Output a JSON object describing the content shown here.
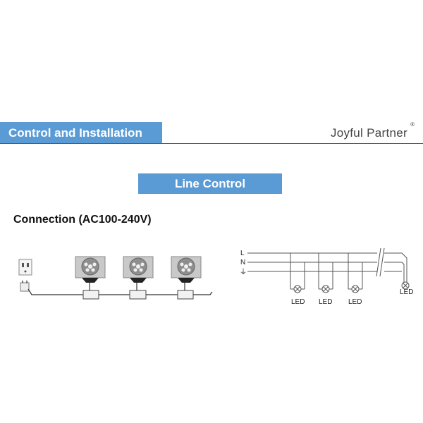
{
  "header": {
    "title": "Control and Installation",
    "brand": "Joyful Partner",
    "brand_mark": "®"
  },
  "section": {
    "title": "Line Control"
  },
  "connection": {
    "title": "Connection (AC100-240V)"
  },
  "schematic": {
    "line_labels": [
      "L",
      "N",
      "⏚"
    ],
    "led_labels": [
      "LED",
      "LED",
      "LED",
      "LED"
    ]
  }
}
